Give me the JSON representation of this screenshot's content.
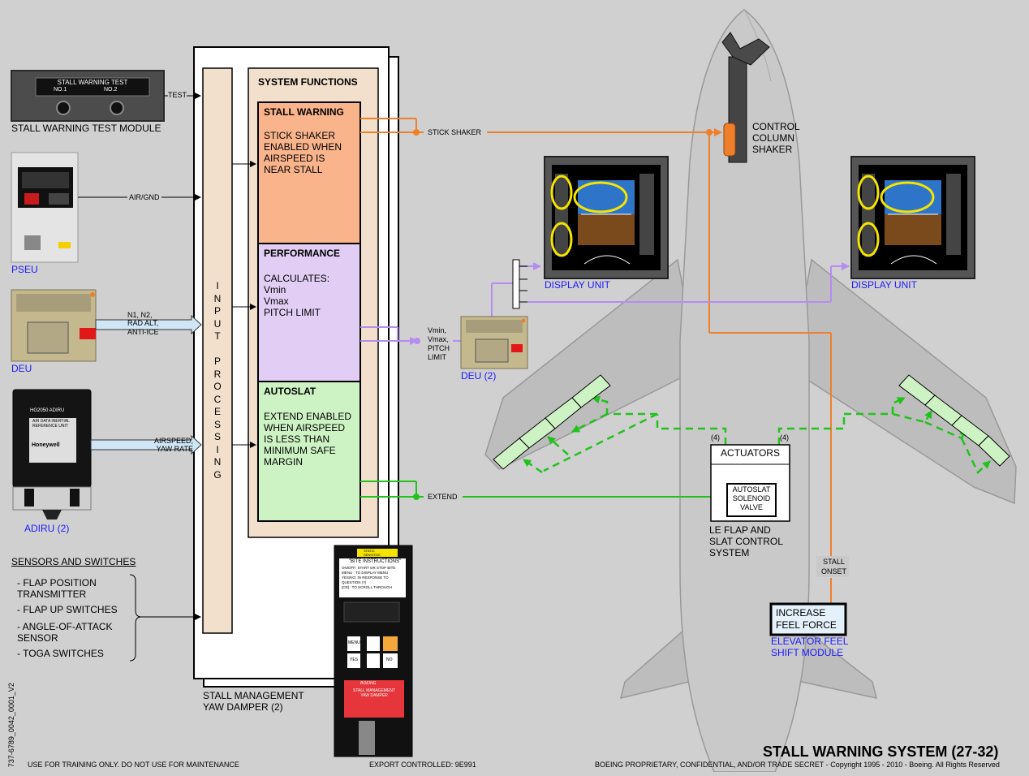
{
  "title": "STALL WARNING SYSTEM (27-32)",
  "footer": {
    "left": "USE FOR TRAINING ONLY. DO NOT USE FOR MAINTENANCE",
    "center": "EXPORT CONTROLLED: 9E991",
    "right": "BOEING PROPRIETARY, CONFIDENTIAL, AND/OR TRADE SECRET - Copyright 1995 - 2010 - Boeing. All Rights Reserved",
    "side_id": "737-6789_0042_0001_V2"
  },
  "test_module": {
    "panel_title": "STALL WARNING TEST",
    "no1": "NO.1",
    "no2": "NO.2",
    "caption": "STALL WARNING TEST MODULE",
    "signal": "TEST"
  },
  "pseu": {
    "caption": "PSEU",
    "signal": "AIR/GND"
  },
  "deu": {
    "caption": "DEU",
    "signal": "N1, N2,\nRAD ALT,\nANTI-ICE"
  },
  "adiru": {
    "caption": "ADIRU (2)",
    "signal": "AIRSPEED,\nYAW RATE",
    "label1": "HG2050 ADIRU",
    "label2": "AIR DATA INERTIAL\nREFERENCE UNIT",
    "brand": "Honeywell"
  },
  "sensors": {
    "heading": "SENSORS AND SWITCHES",
    "items": [
      "- FLAP POSITION\n  TRANSMITTER",
      "- FLAP UP SWITCHES",
      "- ANGLE-OF-ATTACK\n  SENSOR",
      "- TOGA SWITCHES"
    ]
  },
  "input_processing": "I\nN\nP\nU\nT\n\nP\nR\nO\nC\nE\nS\nS\nI\nN\nG",
  "system_functions": {
    "heading": "SYSTEM FUNCTIONS",
    "stall_warning": {
      "title": "STALL WARNING",
      "body": "STICK SHAKER\nENABLED WHEN\nAIRSPEED IS\nNEAR STALL",
      "color": "#f9b48c"
    },
    "performance": {
      "title": "PERFORMANCE",
      "body": "CALCULATES:\nVmin\nVmax\nPITCH LIMIT",
      "color": "#e2cef5"
    },
    "autoslat": {
      "title": "AUTOSLAT",
      "body": "EXTEND ENABLED\nWHEN AIRSPEED\nIS LESS THAN\nMINIMUM SAFE\nMARGIN",
      "color": "#cdf3c4"
    }
  },
  "smyd_caption": "STALL MANAGEMENT\nYAW DAMPER (2)",
  "signals": {
    "stick_shaker": "STICK SHAKER",
    "vmin": "Vmin,\nVmax,\nPITCH\nLIMIT",
    "extend": "EXTEND",
    "stall_onset": "STALL\nONSET"
  },
  "deu2": {
    "caption": "DEU (2)"
  },
  "display_left": {
    "caption": "DISPLAY UNIT"
  },
  "display_right": {
    "caption": "DISPLAY UNIT"
  },
  "control_column": "CONTROL\nCOLUMN\nSHAKER",
  "actuators": {
    "title": "ACTUATORS",
    "valve": "AUTOSLAT\nSOLENOID\nVALVE",
    "count_left": "(4)",
    "count_right": "(4)"
  },
  "le_flap": "LE FLAP AND\nSLAT CONTROL\nSYSTEM",
  "elevator": {
    "box": "INCREASE\nFEEL FORCE",
    "caption": "ELEVATOR FEEL\nSHIFT MODULE"
  },
  "bite": {
    "warning": "STATIC\nSENSITIVE",
    "heading": "\"BITE INSTRUCTIONS\"",
    "lines": [
      "ON/OFF:  START OR STOP BITE",
      "MENU  :  TO DISPLAY MENU",
      "YES/NO:  IN RESPONSE TO\n           QUESTION (?)",
      "[CR]  :  TO SCROLL THROUGH"
    ],
    "key_menu": "MENU",
    "key_yes": "YES",
    "key_no": "NO",
    "brand": "BOEING",
    "plate": "STALL MANAGEMENT\nYAW DAMPER"
  },
  "colors": {
    "orange": "#f07f2a",
    "purple": "#b58cf0",
    "green": "#22c21c",
    "blue_label": "#1a1aff",
    "background": "#d0d0d0"
  }
}
